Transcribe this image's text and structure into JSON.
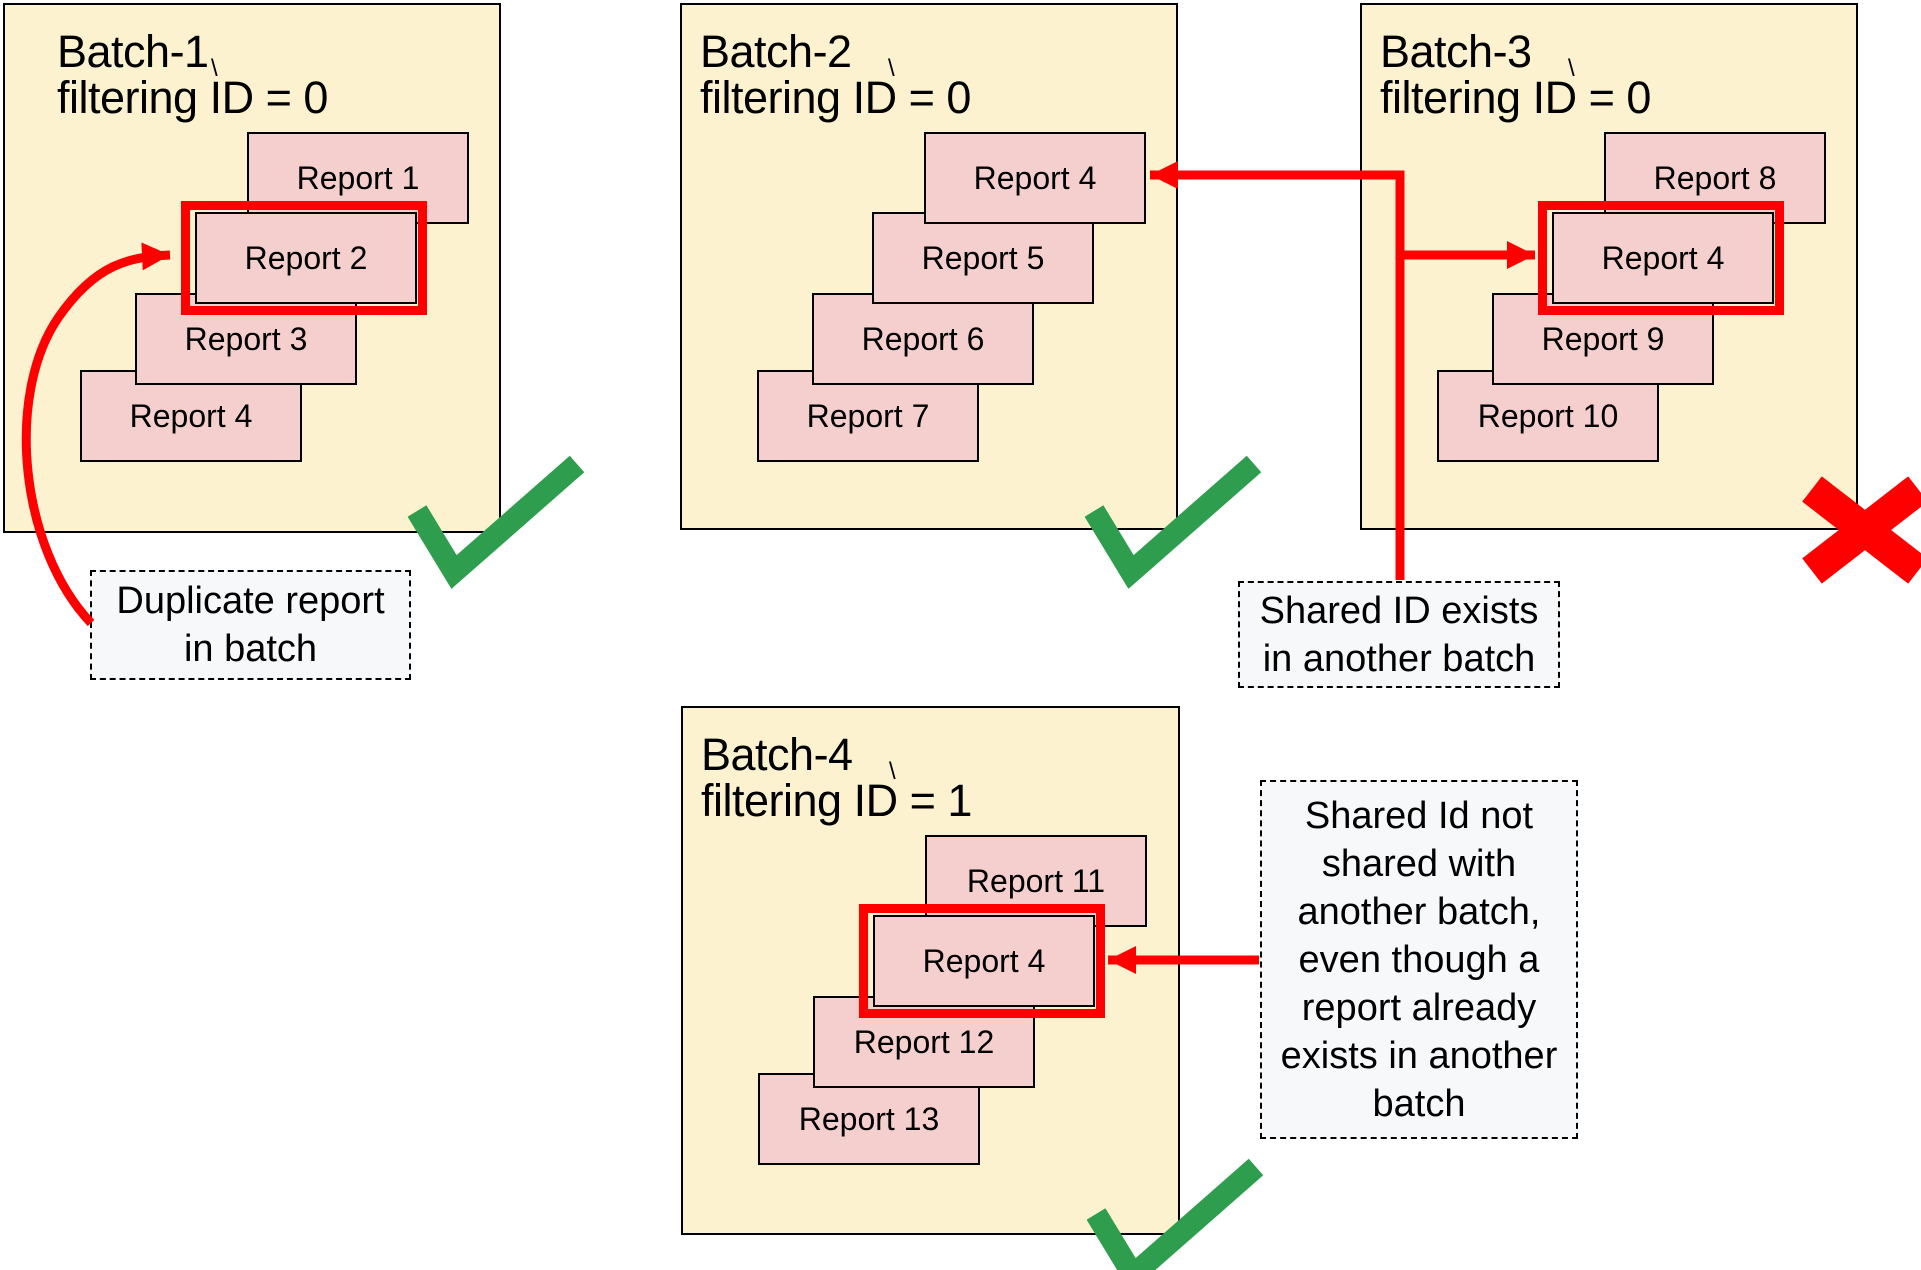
{
  "colors": {
    "batch_fill": "#FCF2CF",
    "report_fill": "#F5CFCD",
    "annotation_fill": "#F7F8FA",
    "border_color": "#000000",
    "accent_red": "#FF0000",
    "check_green": "#2E9E4E"
  },
  "tick_mark": "\\",
  "batches": [
    {
      "name": "Batch-1",
      "filter_label": "filtering ID = 0",
      "status_icon": "check-icon",
      "reports": [
        {
          "label": "Report 1"
        },
        {
          "label": "Report 2",
          "highlighted": true
        },
        {
          "label": "Report 3"
        },
        {
          "label": "Report 4"
        }
      ]
    },
    {
      "name": "Batch-2",
      "filter_label": "filtering ID = 0",
      "status_icon": "check-icon",
      "reports": [
        {
          "label": "Report 4"
        },
        {
          "label": "Report 5"
        },
        {
          "label": "Report 6"
        },
        {
          "label": "Report 7"
        }
      ]
    },
    {
      "name": "Batch-3",
      "filter_label": "filtering ID = 0",
      "status_icon": "cross-icon",
      "reports": [
        {
          "label": "Report 8"
        },
        {
          "label": "Report 4",
          "highlighted": true
        },
        {
          "label": "Report 9"
        },
        {
          "label": "Report 10"
        }
      ]
    },
    {
      "name": "Batch-4",
      "filter_label": "filtering ID = 1",
      "status_icon": "check-icon",
      "reports": [
        {
          "label": "Report 11"
        },
        {
          "label": "Report 4",
          "highlighted": true
        },
        {
          "label": "Report 12"
        },
        {
          "label": "Report 13"
        }
      ]
    }
  ],
  "annotations": {
    "duplicate": {
      "lines": [
        "Duplicate report",
        "in batch"
      ]
    },
    "shared_exists": {
      "lines": [
        "Shared ID exists",
        "in another batch"
      ]
    },
    "shared_not_shared": {
      "lines": [
        "Shared Id not",
        "shared with",
        "another batch,",
        "even though a",
        "report already",
        "exists in another",
        "batch"
      ]
    }
  }
}
